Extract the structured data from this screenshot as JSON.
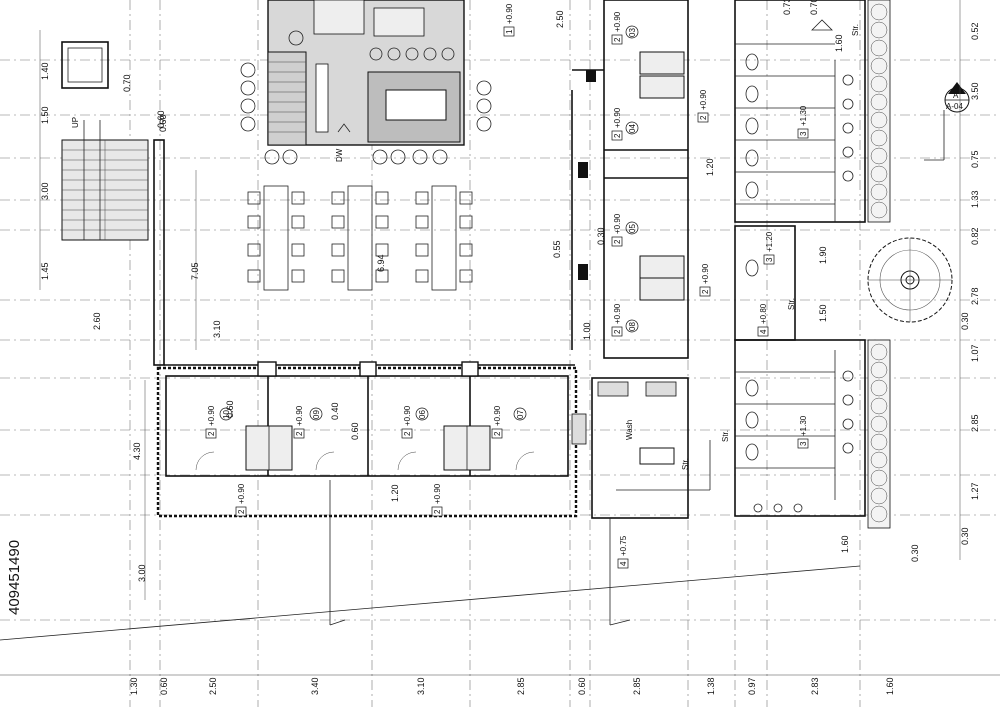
{
  "top_dims": [
    "2.50",
    "0.52",
    "3.50",
    "0.75",
    "1.33",
    "0.82",
    "2.78",
    "1.07",
    "2.85",
    "1.27",
    "0.30",
    "0.73",
    "0.70"
  ],
  "left_dims": [
    "1.40",
    "0.70",
    "1.50",
    "0.60",
    "3.00",
    "1.45",
    "2.60",
    "7.05",
    "3.10",
    "6.94",
    "4.30",
    "3.00"
  ],
  "bottom_dims": [
    "1.30",
    "0.60",
    "2.50",
    "3.40",
    "3.10",
    "2.85",
    "0.60",
    "2.85",
    "1.38",
    "0.97",
    "2.83",
    "1.60"
  ],
  "interior_dims": [
    "0.55",
    "0.30",
    "1.00",
    "1.20",
    "1.90",
    "1.50",
    "0.60",
    "0.40",
    "0.60",
    "1.20",
    "1.60",
    "0.30",
    "1.60",
    "0.30",
    "0.60"
  ],
  "room_tags": [
    {
      "num": "1",
      "level": "+0.90"
    },
    {
      "num": "2",
      "level": "+0.90"
    },
    {
      "num": "2",
      "level": "+0.90"
    },
    {
      "num": "2",
      "level": "+0.90"
    },
    {
      "num": "2",
      "level": "+0.90"
    },
    {
      "num": "2",
      "level": "+0.90"
    },
    {
      "num": "2",
      "level": "+0.90"
    },
    {
      "num": "2",
      "level": "+0.90"
    },
    {
      "num": "2",
      "level": "+0.90"
    },
    {
      "num": "2",
      "level": "+0.90"
    },
    {
      "num": "2",
      "level": "+0.90"
    },
    {
      "num": "2",
      "level": "+0.90"
    },
    {
      "num": "3",
      "level": "+1.30"
    },
    {
      "num": "3",
      "level": "+1.20"
    },
    {
      "num": "4",
      "level": "+0.80"
    },
    {
      "num": "3",
      "level": "+1.30"
    },
    {
      "num": "4",
      "level": "+0.75"
    },
    {
      "num": "2",
      "level": "+0.90"
    }
  ],
  "labels": {
    "up": "UP",
    "down": "DW",
    "wash": "Wash",
    "str1": "Str.",
    "str2": "Str.",
    "str3": "Str.",
    "str4": "Str.",
    "section_letter": "A",
    "section_ref": "A-04",
    "stock_id": "409451490"
  },
  "unit_numbers": [
    "03",
    "04",
    "05",
    "06",
    "07",
    "08",
    "09",
    "10"
  ]
}
